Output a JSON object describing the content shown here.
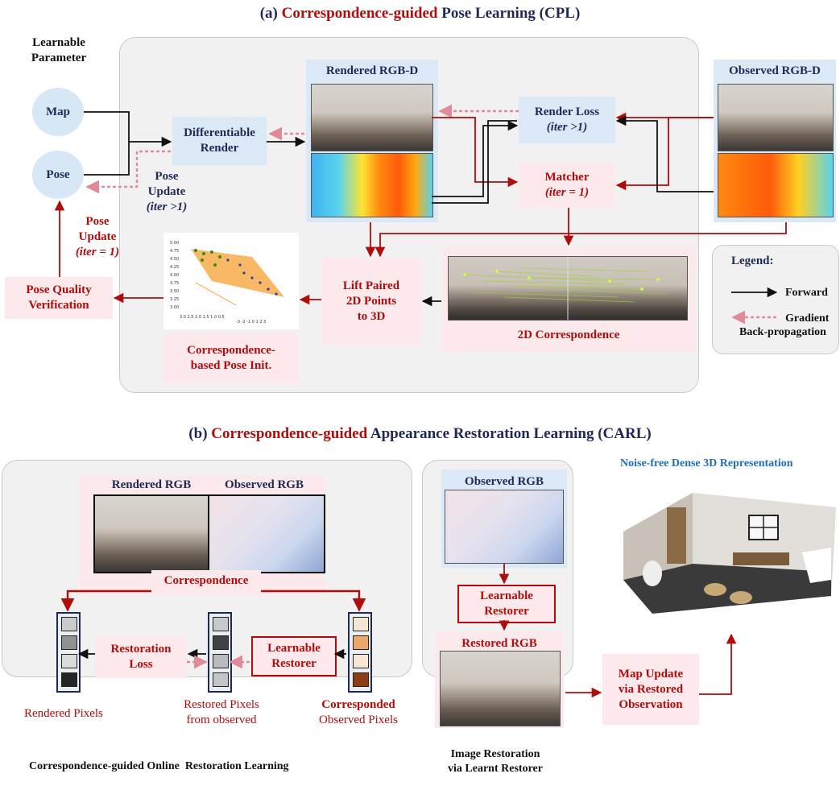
{
  "title_a": {
    "prefix": "(a) ",
    "red": "Correspondence-guided",
    "rest": " Pose Learning (CPL)"
  },
  "title_b": {
    "prefix": "(b) ",
    "red": "Correspondence-guided",
    "rest": " Appearance Restoration Learning (CARL)"
  },
  "learnable_param": {
    "line1": "Learnable",
    "line2": "Parameter"
  },
  "map": "Map",
  "pose": "Pose",
  "differentiable_render": {
    "line1": "Differentiable",
    "line2": "Render"
  },
  "pose_update_iter_gt1": {
    "line1": "Pose",
    "line2": "Update",
    "line3": "(iter >1)"
  },
  "pose_update_iter_eq1": {
    "line1": "Pose",
    "line2": "Update",
    "line3": "(iter = 1)"
  },
  "rendered_rgbd": "Rendered RGB-D",
  "observed_rgbd": "Observed RGB-D",
  "render_loss": {
    "line1": "Render Loss",
    "line2": "(iter >1)"
  },
  "matcher": {
    "line1": "Matcher",
    "line2": "(iter = 1)"
  },
  "lift": {
    "line1": "Lift Paired",
    "line2": "2D Points",
    "line3": "to 3D"
  },
  "correspondence_2d": "2D Correspondence",
  "pose_quality": {
    "line1": "Pose Quality",
    "line2": "Verification"
  },
  "pose_init": {
    "line1": "Correspondence-",
    "line2": "based Pose Init."
  },
  "legend": {
    "title": "Legend:",
    "forward": "Forward",
    "gradient": "Gradient",
    "backprop": "Back-propagation"
  },
  "plot_ticks": {
    "y": [
      "5.00",
      "4.75",
      "4.50",
      "4.25",
      "4.00",
      "3.75",
      "3.50",
      "3.25",
      "3.00"
    ],
    "x": "-3 -2 -1 0 1 2 3",
    "left": "3.0 2.5 2.0 1.5 1.0 0.5"
  },
  "rendered_rgb": "Rendered RGB",
  "observed_rgb": "Observed RGB",
  "correspondence": "Correspondence",
  "restoration_loss": {
    "line1": "Restoration",
    "line2": "Loss"
  },
  "learnable_restorer": {
    "line1": "Learnable",
    "line2": "Restorer"
  },
  "rendered_pixels": "Rendered Pixels",
  "restored_pixels": {
    "line1": "Restored Pixels",
    "line2": "from observed"
  },
  "corresponded": {
    "line1": "Corresponded",
    "line2": "Observed Pixels"
  },
  "caption_left": "Correspondence-guided Online  Restoration Learning",
  "observed_rgb_2": "Observed RGB",
  "learnable_restorer_2": {
    "line1": "Learnable",
    "line2": "Restorer"
  },
  "restored_rgb": "Restored RGB",
  "caption_mid": {
    "line1": "Image Restoration",
    "line2": "via Learnt Restorer"
  },
  "noise_free": "Noise-free Dense 3D Representation",
  "map_update": {
    "line1": "Map Update",
    "line2": "via Restored",
    "line3": "Observation"
  },
  "colors": {
    "red": "#b00c0c",
    "navy": "#1e2a55",
    "blue_box": "#dbe8f5",
    "pink_box": "#fbe9ec",
    "panel": "#f1f1f1",
    "link_blue": "#1f6fb8"
  }
}
